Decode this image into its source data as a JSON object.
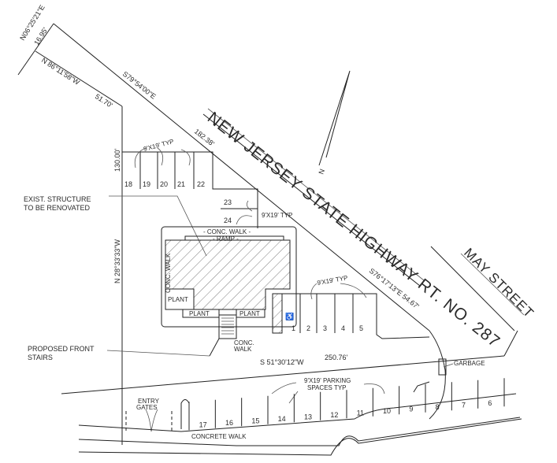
{
  "bearings": {
    "n06": "N06°25'21\"E",
    "n06_len": "16.95'",
    "n86": "N 86°11'58\"W",
    "n86_len": "51.70'",
    "s79": "S79°54'00\"E",
    "s79_len": "182.38'",
    "west_len": "130.00'",
    "n28": "N 28°33'33\"W",
    "s76": "S76°17'13\"E 54.67'",
    "s51": "S 51°30'12\"W",
    "s51_len": "250.76'"
  },
  "streets": {
    "highway": "NEW JERSEY STATE HIGHWAY RT. NO. 287",
    "may": "MAY STREET"
  },
  "north_label": "N",
  "labels": {
    "exist_1": "EXIST. STRUCTURE",
    "exist_2": "TO BE RENOVATED",
    "stairs_1": "PROPOSED FRONT",
    "stairs_2": "STAIRS",
    "conc_walk_top": "- CONC. WALK -",
    "ramp": "- RAMP -",
    "conc_walk_side": "CONC. WALK",
    "plant_left": "PLANT",
    "plant_bl": "PLANT",
    "plant_br": "PLANT",
    "conc_walk_front_1": "CONC.",
    "conc_walk_front_2": "WALK",
    "typ_top": "9'x19' TYP",
    "typ_mid": "9'x19' TYP",
    "typ_right": "9'x19' TYP",
    "parking_1": "9'x19' PARKING",
    "parking_2": "SPACES TYP",
    "garbage": "GARBAGE",
    "entry_1": "ENTRY",
    "entry_2": "GATES",
    "concrete_walk": "CONCRETE WALK"
  },
  "stalls": {
    "top": [
      "18",
      "19",
      "20",
      "21",
      "22"
    ],
    "side": [
      "23",
      "24"
    ],
    "right": [
      "1",
      "2",
      "3",
      "4",
      "5"
    ],
    "bottom": [
      "17",
      "16",
      "15",
      "14",
      "13",
      "12",
      "11",
      "10",
      "9",
      "8",
      "7",
      "6"
    ]
  },
  "icons": {
    "accessible": "wheelchair-icon",
    "north": "north-arrow-icon"
  }
}
